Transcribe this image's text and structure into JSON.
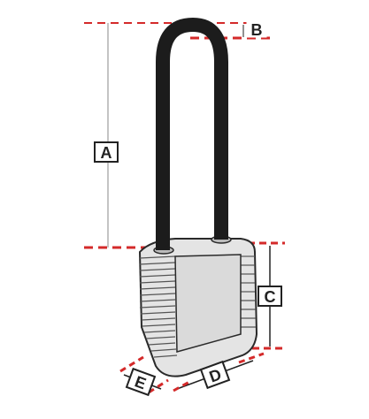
{
  "diagram": {
    "labels": {
      "a": "A",
      "b": "B",
      "c": "C",
      "d": "D",
      "e": "E"
    },
    "colors": {
      "dimension_line": "#d42a2a",
      "shackle": "#1c1c1c",
      "body_fill": "#e4e4e4",
      "body_stroke": "#2a2a2a",
      "label_border": "#222222",
      "guide_line": "#888888"
    }
  }
}
